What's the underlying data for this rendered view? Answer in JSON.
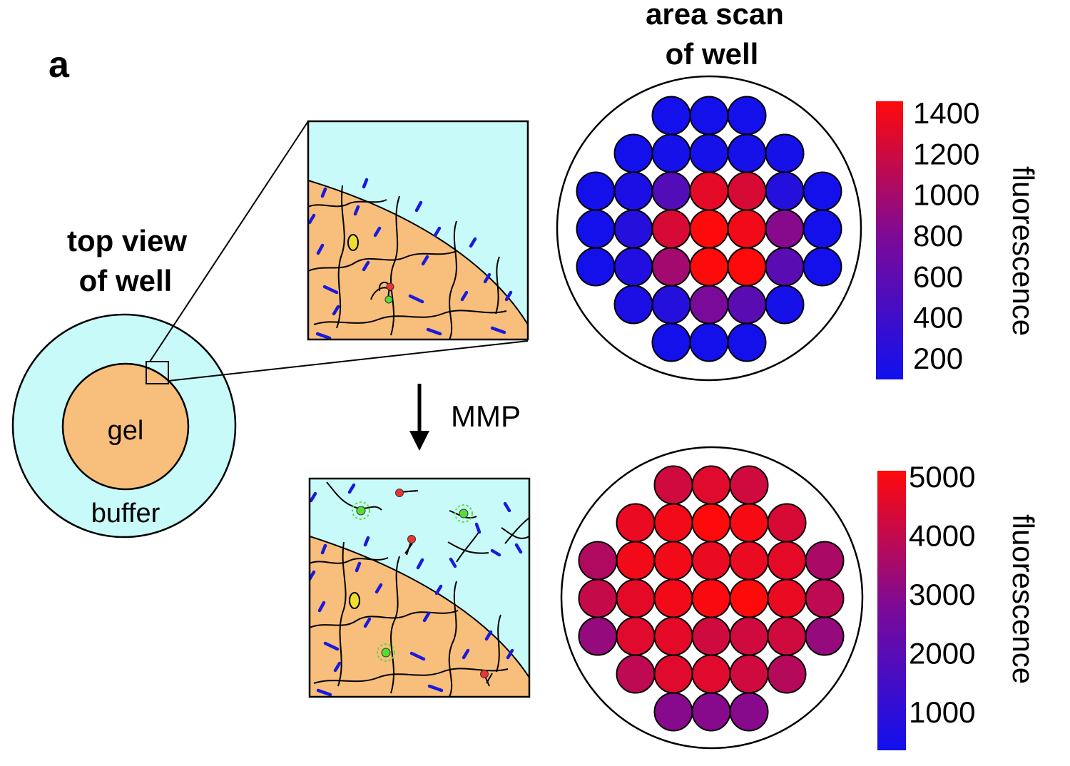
{
  "panel_label": "a",
  "top_view": {
    "title_line1": "top view",
    "title_line2": "of well",
    "gel_label": "gel",
    "buffer_label": "buffer"
  },
  "area_scan": {
    "title_line1": "area scan",
    "title_line2": "of well"
  },
  "arrow_label": "MMP",
  "colors": {
    "buffer": "#c8fafa",
    "gel": "#f7be7c",
    "crosslink": "#1a1adc",
    "cleaved_dye": "#55dd33",
    "quencher": "#ee3333",
    "cell": "#f0dd30",
    "scale_low": "#1010ee",
    "scale_mid": "#7a0a9a",
    "scale_high": "#ff0a0a"
  },
  "colorbar_top": {
    "ticks": [
      "1400",
      "1200",
      "1000",
      "800",
      "600",
      "400",
      "200"
    ],
    "label": "fluorescence"
  },
  "colorbar_bottom": {
    "ticks": [
      "5000",
      "4000",
      "3000",
      "2000",
      "1000"
    ],
    "label": "fluorescence"
  },
  "scan_before": {
    "levels": [
      0.02,
      0.02,
      0.02,
      0.02,
      0.03,
      0.03,
      0.03,
      0.03,
      0.02,
      0.05,
      0.32,
      0.9,
      0.85,
      0.1,
      0.02,
      0.02,
      0.1,
      0.85,
      1.0,
      0.95,
      0.55,
      0.02,
      0.02,
      0.08,
      0.65,
      1.0,
      1.0,
      0.35,
      0.02,
      0.05,
      0.1,
      0.5,
      0.35,
      0.03,
      0.02,
      0.02,
      0.02
    ]
  },
  "scan_after": {
    "levels": [
      0.82,
      0.88,
      0.82,
      0.92,
      0.95,
      1.0,
      0.97,
      0.85,
      0.7,
      0.95,
      0.95,
      0.92,
      0.92,
      0.9,
      0.68,
      0.78,
      0.9,
      0.95,
      0.98,
      1.0,
      0.92,
      0.75,
      0.6,
      0.88,
      0.9,
      0.82,
      0.82,
      0.82,
      0.6,
      0.75,
      0.88,
      0.88,
      0.82,
      0.72,
      0.55,
      0.55,
      0.55
    ]
  }
}
